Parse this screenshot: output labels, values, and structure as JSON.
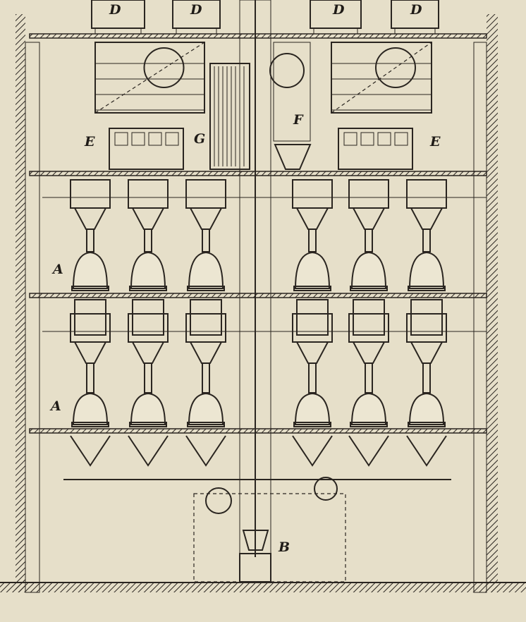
{
  "labels": {
    "d1": "D",
    "d2": "D",
    "d3": "D",
    "d4": "D",
    "e_left": "E",
    "e_right": "E",
    "g": "G",
    "f": "F",
    "a_upper": "A",
    "a_lower": "A",
    "b": "B"
  }
}
